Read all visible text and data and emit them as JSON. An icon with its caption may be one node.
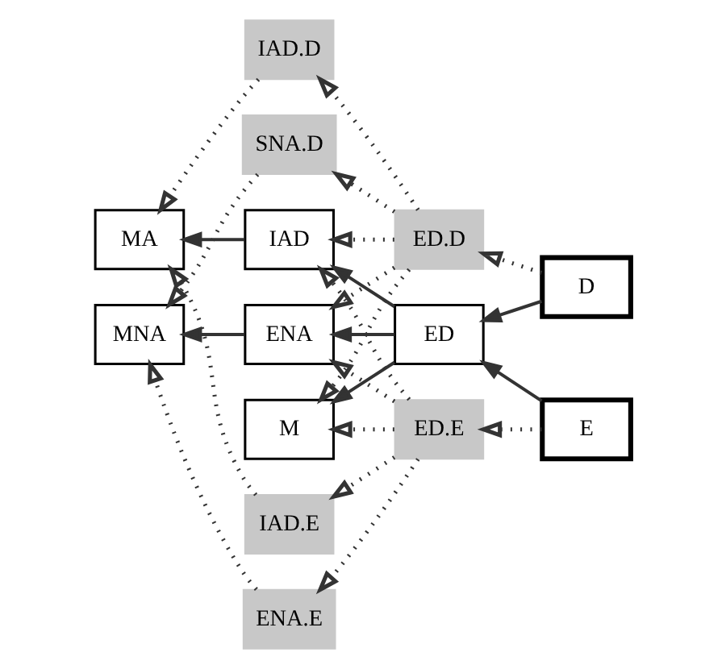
{
  "diagram": {
    "nodes": [
      {
        "text": [
          "ED.E"
        ]
      },
      {
        "text": [
          "ENA.E"
        ]
      },
      {
        "text": [
          "IAD.E"
        ]
      },
      {
        "text": [
          "E"
        ]
      },
      {
        "text": [
          "MNA"
        ]
      },
      {
        "text": [
          "ENA"
        ]
      },
      {
        "text": [
          "M"
        ]
      },
      {
        "text": [
          "ED"
        ]
      },
      {
        "text": [
          "MA"
        ]
      },
      {
        "text": [
          "IAD"
        ]
      },
      {
        "text": [
          "SNA.D"
        ]
      },
      {
        "text": [
          "D"
        ]
      },
      {
        "text": [
          "IAD.D"
        ]
      },
      {
        "text": [
          "ED.D"
        ]
      }
    ],
    "edges": [
      {
        "from": 3,
        "to": 7,
        "arrow": "to"
      },
      {
        "from": 11,
        "to": 7,
        "arrow": "to"
      },
      {
        "from": 7,
        "to": 5,
        "arrow": "to"
      },
      {
        "from": 7,
        "to": 6,
        "arrow": "to"
      },
      {
        "from": 7,
        "to": 9,
        "arrow": "to"
      },
      {
        "from": 9,
        "to": 8,
        "arrow": "to"
      },
      {
        "from": 5,
        "to": 4,
        "arrow": "to"
      },
      {
        "from": 3,
        "to": 0,
        "arrow": "to",
        "style": "dashed"
      },
      {
        "from": 0,
        "to": 2,
        "arrow": "to",
        "style": "dashed"
      },
      {
        "from": 0,
        "to": 1,
        "arrow": "to",
        "style": "dashed"
      },
      {
        "from": 1,
        "to": 4,
        "arrow": "to",
        "style": "dashed"
      },
      {
        "from": 0,
        "to": 5,
        "arrow": "to",
        "style": "dashed"
      },
      {
        "from": 0,
        "to": 9,
        "arrow": "to",
        "style": "dashed"
      },
      {
        "from": 0,
        "to": 6,
        "arrow": "to",
        "style": "dashed"
      },
      {
        "from": 2,
        "to": 8,
        "arrow": "to",
        "style": "dashed"
      },
      {
        "from": 11,
        "to": 13,
        "arrow": "to",
        "style": "dashed"
      },
      {
        "from": 13,
        "to": 12,
        "arrow": "to",
        "style": "dashed"
      },
      {
        "from": 12,
        "to": 8,
        "arrow": "to",
        "style": "dashed"
      },
      {
        "from": 10,
        "to": 4,
        "arrow": "to",
        "style": "dashed"
      },
      {
        "from": 13,
        "to": 10,
        "arrow": "to",
        "style": "dashed"
      },
      {
        "from": 13,
        "to": 9,
        "arrow": "to",
        "style": "dashed"
      },
      {
        "from": 13,
        "to": 5,
        "arrow": "to",
        "style": "dashed"
      },
      {
        "from": 13,
        "to": 6,
        "arrow": "to",
        "style": "dashed"
      }
    ]
  }
}
